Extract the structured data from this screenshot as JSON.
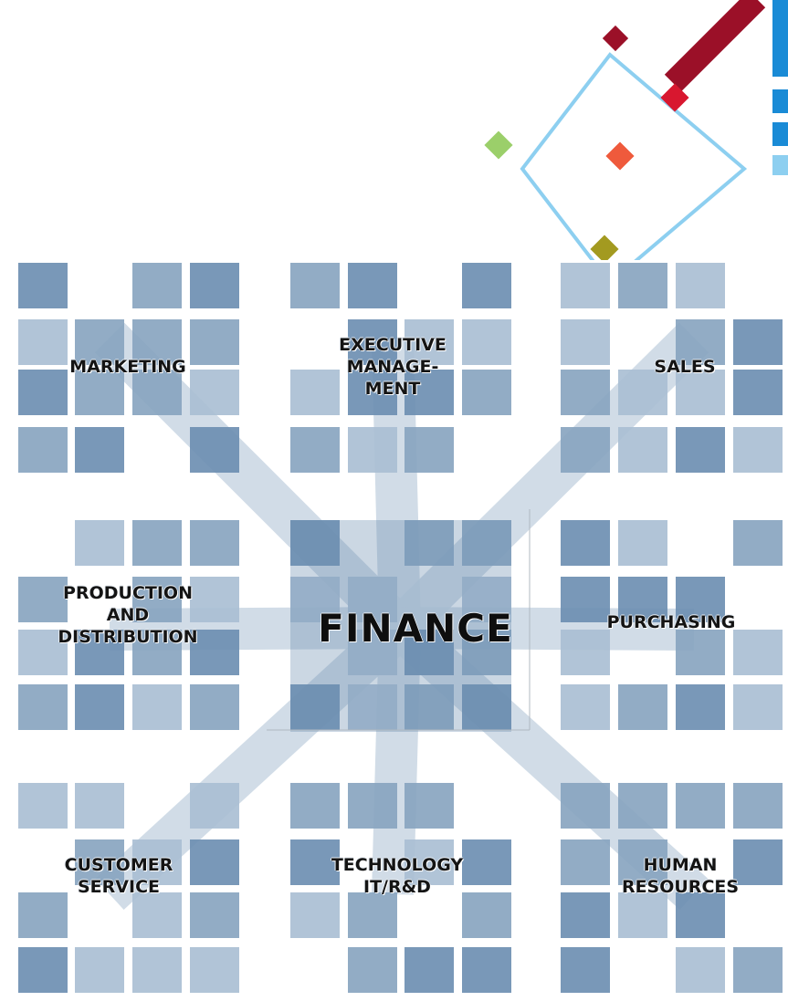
{
  "colors": {
    "tile_dark": "#6a8db0",
    "tile_mid": "#86a3bf",
    "tile_light": "#a8bed3",
    "connector": "#c9d7e3",
    "logo_red": "#c8102e",
    "logo_dark_red": "#9b1028",
    "logo_blue": "#1a8bd6",
    "logo_light_blue": "#8dcff0",
    "logo_green": "#9bcf6a",
    "logo_olive": "#a39a20",
    "logo_orange": "#ef5a3c"
  },
  "diagram": {
    "center": "FINANCE",
    "departments": [
      {
        "key": "marketing",
        "label": "MARKETING"
      },
      {
        "key": "executive",
        "label": "EXECUTIVE\nMANAGE-\nMENT"
      },
      {
        "key": "sales",
        "label": "SALES"
      },
      {
        "key": "production",
        "label": "PRODUCTION\nAND\nDISTRIBUTION"
      },
      {
        "key": "purchasing",
        "label": "PURCHASING"
      },
      {
        "key": "customer",
        "label": "CUSTOMER\nSERVICE"
      },
      {
        "key": "technology",
        "label": "TECHNOLOGY\nIT/R&D"
      },
      {
        "key": "hr",
        "label": "HUMAN\nRESOURCES"
      }
    ]
  }
}
